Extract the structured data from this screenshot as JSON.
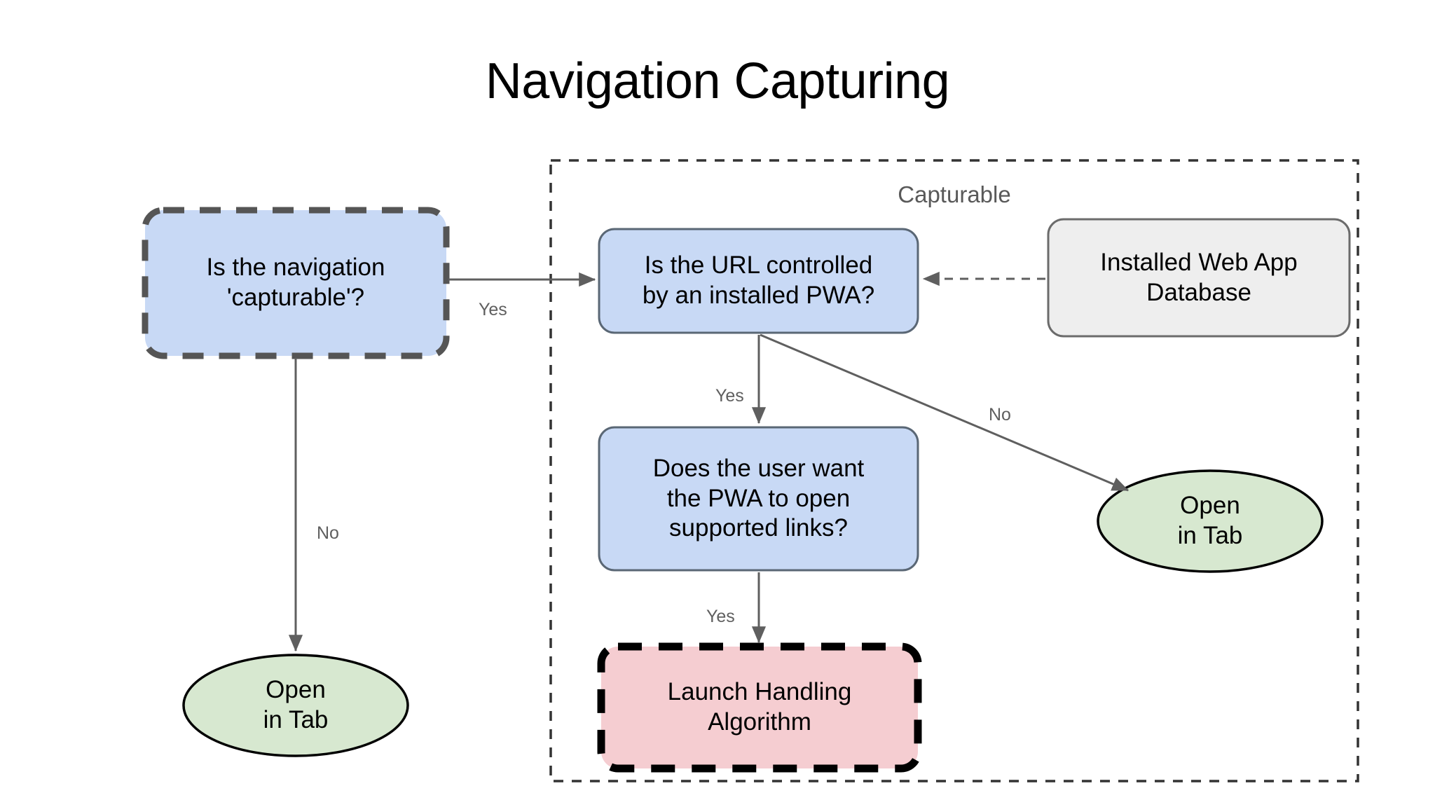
{
  "title": "Navigation Capturing",
  "colors": {
    "decision_fill": "#c8d9f5",
    "decision_stroke": "#5a6775",
    "highlight_stroke": "#555555",
    "algorithm_fill": "#f5cdd1",
    "algorithm_stroke": "#000000",
    "terminal_fill": "#d7e8d0",
    "terminal_stroke": "#000000",
    "database_fill": "#eeeeee",
    "database_stroke": "#6b6b6b",
    "edge_stroke": "#5f5f5f",
    "group_stroke": "#333333",
    "label_text": "#5f5f5f",
    "group_text": "#595959",
    "node_text": "#000000",
    "background": "#ffffff"
  },
  "group": {
    "label": "Capturable"
  },
  "nodes": {
    "is_capturable": {
      "label": "Is the navigation\n'capturable'?",
      "shape": "rounded-rect-dashed",
      "role": "decision-entry"
    },
    "url_controlled": {
      "label": "Is the URL controlled\nby an installed PWA?",
      "shape": "rounded-rect",
      "role": "decision"
    },
    "web_app_db": {
      "label": "Installed Web App\nDatabase",
      "shape": "rounded-rect",
      "role": "datastore"
    },
    "user_want": {
      "label": "Does the user want\nthe PWA to open\nsupported links?",
      "shape": "rounded-rect",
      "role": "decision"
    },
    "launch_handling": {
      "label": "Launch Handling\nAlgorithm",
      "shape": "rounded-rect-dashed",
      "role": "algorithm"
    },
    "open_in_tab_left": {
      "label": "Open\nin Tab",
      "shape": "ellipse",
      "role": "terminal"
    },
    "open_in_tab_right": {
      "label": "Open\nin Tab",
      "shape": "ellipse",
      "role": "terminal"
    }
  },
  "edges": [
    {
      "id": "capturable-yes",
      "from": "is_capturable",
      "to": "url_controlled",
      "label": "Yes",
      "style": "solid"
    },
    {
      "id": "capturable-no",
      "from": "is_capturable",
      "to": "open_in_tab_left",
      "label": "No",
      "style": "solid"
    },
    {
      "id": "url-yes",
      "from": "url_controlled",
      "to": "user_want",
      "label": "Yes",
      "style": "solid"
    },
    {
      "id": "url-no",
      "from": "url_controlled",
      "to": "open_in_tab_right",
      "label": "No",
      "style": "solid"
    },
    {
      "id": "user-yes",
      "from": "user_want",
      "to": "launch_handling",
      "label": "Yes",
      "style": "solid"
    },
    {
      "id": "db-lookup",
      "from": "web_app_db",
      "to": "url_controlled",
      "label": "",
      "style": "dashed"
    }
  ]
}
